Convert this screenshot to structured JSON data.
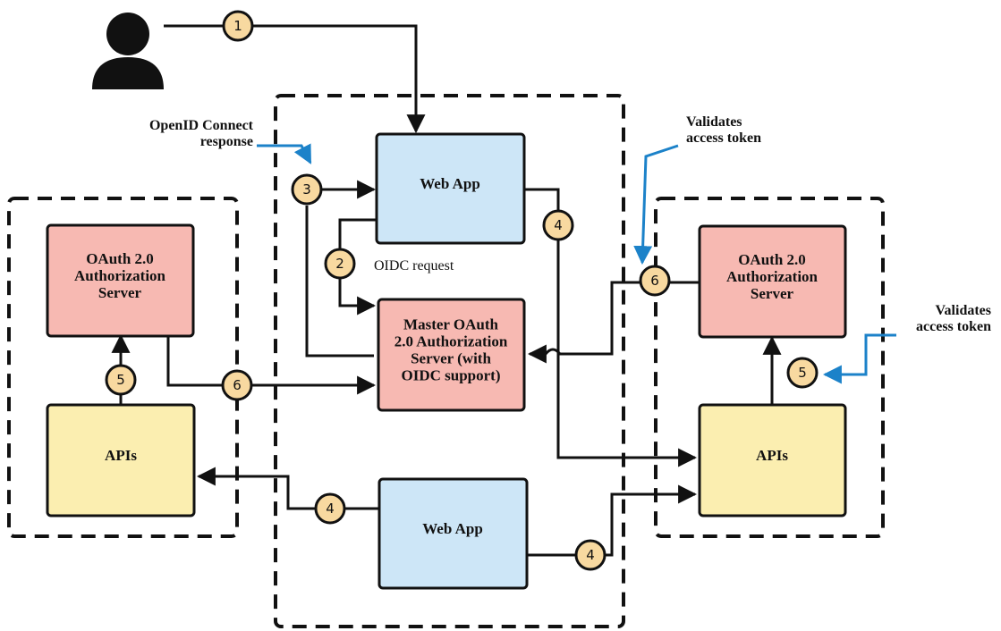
{
  "colors": {
    "web_app_fill": "#cde6f7",
    "auth_fill": "#f7b9b2",
    "api_fill": "#fbeeb0",
    "badge_fill": "#f8d9a0",
    "callout_arrow": "#1c82c9",
    "line": "#111111"
  },
  "icons": {
    "user": "user-silhouette-icon"
  },
  "boxes": {
    "web_app_top": [
      "Web App"
    ],
    "web_app_bottom": [
      "Web App"
    ],
    "master_auth": [
      "Master OAuth",
      "2.0 Authorization",
      "Server (with",
      "OIDC support)"
    ],
    "auth_left": [
      "OAuth 2.0",
      "Authorization",
      "Server"
    ],
    "auth_right": [
      "OAuth 2.0",
      "Authorization",
      "Server"
    ],
    "apis_left": [
      "APIs"
    ],
    "apis_right": [
      "APIs"
    ]
  },
  "labels": {
    "openid_response": [
      "OpenID Connect",
      "response"
    ],
    "oidc_request": "OIDC request",
    "validates_top": [
      "Validates",
      "access token"
    ],
    "validates_right": [
      "Validates",
      "access token"
    ]
  },
  "steps": {
    "s1": "1",
    "s2": "2",
    "s3": "3",
    "s4_top": "4",
    "s4_bottom_left": "4",
    "s4_bottom_right": "4",
    "s5_left": "5",
    "s5_right": "5",
    "s6_left": "6",
    "s6_right": "6"
  }
}
